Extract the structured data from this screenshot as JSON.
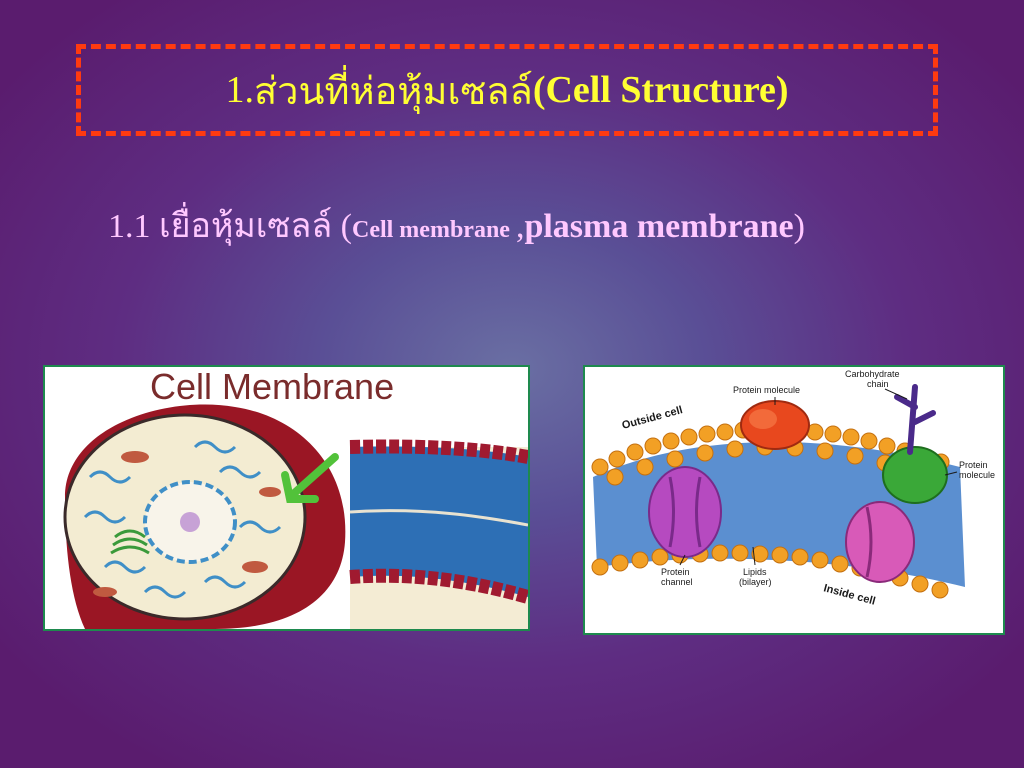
{
  "slide": {
    "title_number": "1. ",
    "title_thai": "ส่วนที่ห่อหุ้มเซลล์",
    "title_english": "(Cell Structure)",
    "subtitle_number": "1.1 ",
    "subtitle_thai": "เยื่อหุ้มเซลล์ (",
    "subtitle_term1": "Cell membrane ",
    "subtitle_sep": ",",
    "subtitle_term2": "plasma membrane",
    "subtitle_close": ")"
  },
  "left_figure": {
    "heading": "Cell Membrane"
  },
  "right_figure": {
    "outside_label": "Outside cell",
    "inside_label": "Inside cell",
    "protein_molecule_top": "Protein molecule",
    "carbohydrate_line1": "Carbohydrate",
    "carbohydrate_line2": "chain",
    "protein_molecule_right_line1": "Protein",
    "protein_molecule_right_line2": "molecule",
    "protein_channel_line1": "Protein",
    "protein_channel_line2": "channel",
    "lipids_line1": "Lipids",
    "lipids_line2": "(bilayer)"
  },
  "colors": {
    "title": "#ffff33",
    "subtitle": "#ffc8ff",
    "frame": "#ff3a10"
  }
}
